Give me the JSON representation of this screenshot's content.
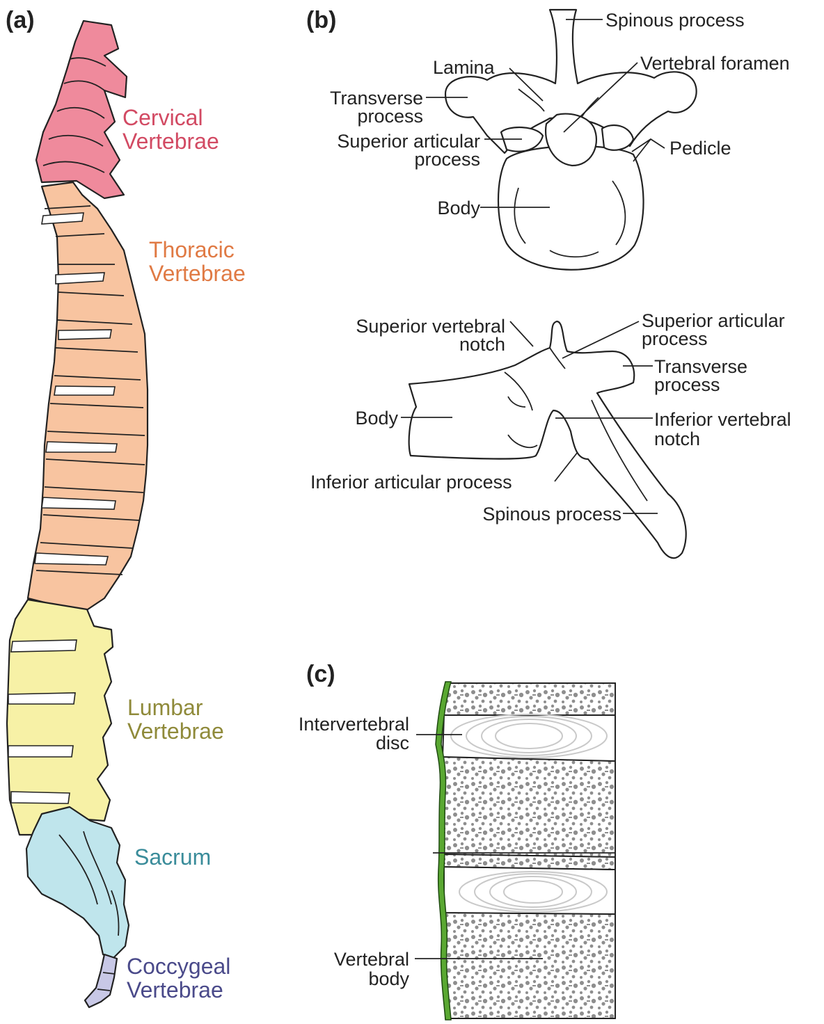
{
  "panels": {
    "a": {
      "letter": "(a)",
      "regions": [
        {
          "line1": "Cervical",
          "line2": "Vertebrae",
          "color": "#d24a63",
          "fill": "#ef8a9c"
        },
        {
          "line1": "Thoracic",
          "line2": "Vertebrae",
          "color": "#e07a44",
          "fill": "#f8c4a0"
        },
        {
          "line1": "Lumbar",
          "line2": "Vertebrae",
          "color": "#8f8a3a",
          "fill": "#f7f1a6"
        },
        {
          "line1": "Sacrum",
          "line2": "",
          "color": "#3a8c9a",
          "fill": "#bfe5ec"
        },
        {
          "line1": "Coccygeal",
          "line2": "Vertebrae",
          "color": "#4a4a8a",
          "fill": "#c8c8e6"
        }
      ]
    },
    "b": {
      "letter": "(b)",
      "top_view": {
        "spinous": "Spinous process",
        "lamina": "Lamina",
        "foramen": "Vertebral foramen",
        "transverse_1": "Transverse",
        "transverse_2": "process",
        "superior_1": "Superior articular",
        "superior_2": "process",
        "pedicle": "Pedicle",
        "body": "Body"
      },
      "side_view": {
        "sup_notch_1": "Superior vertebral",
        "sup_notch_2": "notch",
        "sup_art_1": "Superior articular",
        "sup_art_2": "process",
        "transverse_1": "Transverse",
        "transverse_2": "process",
        "body": "Body",
        "inf_notch_1": "Inferior vertebral",
        "inf_notch_2": "notch",
        "inf_art": "Inferior articular process",
        "spinous": "Spinous process"
      }
    },
    "c": {
      "letter": "(c)",
      "disc_1": "Intervertebral",
      "disc_2": "disc",
      "body_1": "Vertebral",
      "body_2": "body",
      "ligament_color": "#5aa832"
    }
  }
}
